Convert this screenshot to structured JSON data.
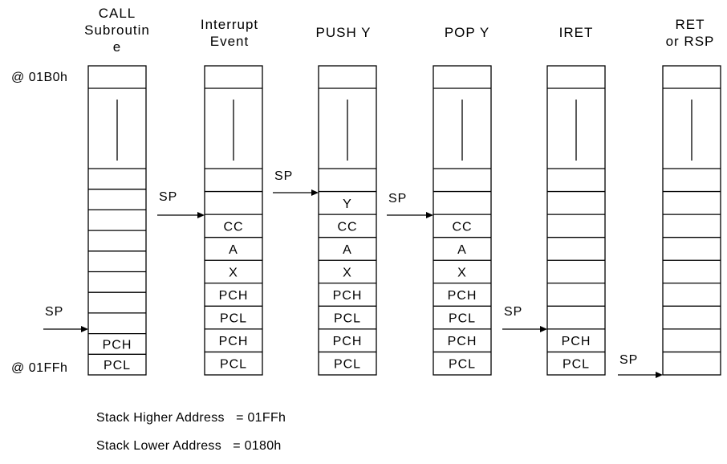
{
  "columns": [
    {
      "title": [
        "CALL",
        "Subroutin",
        "e"
      ],
      "sp_label": "SP",
      "cells": [
        "",
        "",
        "",
        "",
        "",
        "",
        "",
        "",
        "PCH",
        "PCL"
      ]
    },
    {
      "title": [
        "Interrupt",
        "Event"
      ],
      "sp_label": "SP",
      "cells": [
        "",
        "",
        "CC",
        "A",
        "X",
        "PCH",
        "PCL",
        "PCH",
        "PCL"
      ]
    },
    {
      "title": [
        "PUSH Y"
      ],
      "sp_label": "SP",
      "cells": [
        "",
        "Y",
        "CC",
        "A",
        "X",
        "PCH",
        "PCL",
        "PCH",
        "PCL"
      ]
    },
    {
      "title": [
        "POP Y"
      ],
      "sp_label": "SP",
      "cells": [
        "",
        "",
        "CC",
        "A",
        "X",
        "PCH",
        "PCL",
        "PCH",
        "PCL"
      ]
    },
    {
      "title": [
        "IRET"
      ],
      "sp_label": "SP",
      "cells": [
        "",
        "",
        "",
        "",
        "",
        "",
        "",
        "PCH",
        "PCL"
      ]
    },
    {
      "title": [
        "RET",
        "or RSP"
      ],
      "sp_label": "SP",
      "cells": [
        "",
        "",
        "",
        "",
        "",
        "",
        "",
        "",
        ""
      ]
    }
  ],
  "addresses": {
    "top": "@ 01B0h",
    "bottom": "@ 01FFh"
  },
  "notes": {
    "higher": "Stack Higher Address   = 01FFh",
    "lower": "Stack Lower Address   = 0180h"
  }
}
